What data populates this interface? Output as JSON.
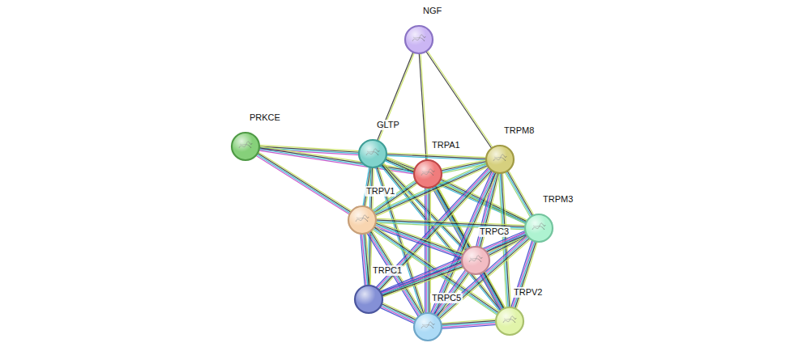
{
  "diagram": {
    "nodes": [
      {
        "text": [
          "NGF"
        ]
      },
      {
        "text": [
          "PRKCE"
        ]
      },
      {
        "text": [
          "GLTP"
        ]
      },
      {
        "text": [
          "TRPA1"
        ]
      },
      {
        "text": [
          "TRPM8"
        ]
      },
      {
        "text": [
          "TRPV1"
        ]
      },
      {
        "text": [
          "TRPM3"
        ]
      },
      {
        "text": [
          "TRPC3"
        ]
      },
      {
        "text": [
          "TRPC1"
        ]
      },
      {
        "text": [
          "TRPC5"
        ]
      },
      {
        "text": [
          "TRPV2"
        ]
      }
    ],
    "edges": [
      {
        "from": 0,
        "to": 2,
        "arrow": "none"
      },
      {
        "from": 0,
        "to": 3,
        "arrow": "none"
      },
      {
        "from": 0,
        "to": 4,
        "arrow": "none"
      },
      {
        "from": 1,
        "to": 2,
        "arrow": "none"
      },
      {
        "from": 1,
        "to": 3,
        "arrow": "none"
      },
      {
        "from": 1,
        "to": 5,
        "arrow": "none"
      },
      {
        "from": 2,
        "to": 3,
        "arrow": "none"
      },
      {
        "from": 2,
        "to": 4,
        "arrow": "none"
      },
      {
        "from": 2,
        "to": 5,
        "arrow": "none"
      },
      {
        "from": 2,
        "to": 6,
        "arrow": "none"
      },
      {
        "from": 2,
        "to": 7,
        "arrow": "none"
      },
      {
        "from": 2,
        "to": 8,
        "arrow": "none"
      },
      {
        "from": 2,
        "to": 9,
        "arrow": "none"
      },
      {
        "from": 2,
        "to": 10,
        "arrow": "none"
      },
      {
        "from": 3,
        "to": 4,
        "arrow": "none"
      },
      {
        "from": 3,
        "to": 5,
        "arrow": "none"
      },
      {
        "from": 3,
        "to": 6,
        "arrow": "none"
      },
      {
        "from": 3,
        "to": 7,
        "arrow": "none"
      },
      {
        "from": 3,
        "to": 9,
        "arrow": "none"
      },
      {
        "from": 3,
        "to": 10,
        "arrow": "none"
      },
      {
        "from": 4,
        "to": 5,
        "arrow": "none"
      },
      {
        "from": 4,
        "to": 6,
        "arrow": "none"
      },
      {
        "from": 4,
        "to": 7,
        "arrow": "none"
      },
      {
        "from": 4,
        "to": 8,
        "arrow": "none"
      },
      {
        "from": 4,
        "to": 9,
        "arrow": "none"
      },
      {
        "from": 4,
        "to": 10,
        "arrow": "none"
      },
      {
        "from": 5,
        "to": 6,
        "arrow": "none"
      },
      {
        "from": 5,
        "to": 7,
        "arrow": "none"
      },
      {
        "from": 5,
        "to": 8,
        "arrow": "none"
      },
      {
        "from": 5,
        "to": 9,
        "arrow": "none"
      },
      {
        "from": 5,
        "to": 10,
        "arrow": "none"
      },
      {
        "from": 6,
        "to": 7,
        "arrow": "none"
      },
      {
        "from": 6,
        "to": 8,
        "arrow": "none"
      },
      {
        "from": 6,
        "to": 9,
        "arrow": "none"
      },
      {
        "from": 6,
        "to": 10,
        "arrow": "none"
      },
      {
        "from": 7,
        "to": 8,
        "arrow": "none"
      },
      {
        "from": 7,
        "to": 9,
        "arrow": "none"
      },
      {
        "from": 7,
        "to": 10,
        "arrow": "none"
      },
      {
        "from": 8,
        "to": 9,
        "arrow": "none"
      },
      {
        "from": 9,
        "to": 10,
        "arrow": "none"
      }
    ]
  }
}
